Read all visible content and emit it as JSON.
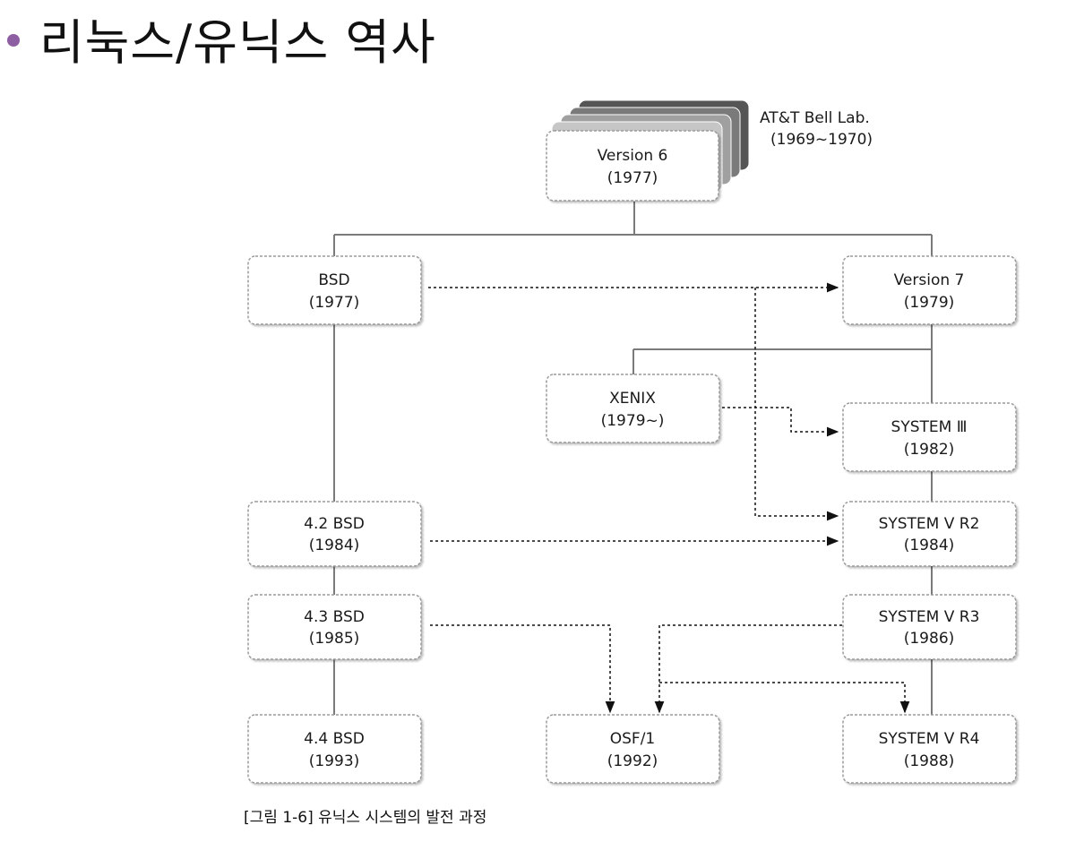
{
  "page": {
    "title": "리눅스/유닉스 역사",
    "bullet_color": "#8e5ea2",
    "caption": "[그림 1-6] 유닉스 시스템의 발전 과정"
  },
  "diagram": {
    "annotation": {
      "line1": "AT&T Bell Lab.",
      "line2": "(1969~1970)"
    },
    "stack_colors": [
      "#555555",
      "#7a7a7a",
      "#a0a0a0",
      "#c6c6c6"
    ],
    "nodes": {
      "v6": {
        "name": "Version 6",
        "year": "(1977)"
      },
      "bsd": {
        "name": "BSD",
        "year": "(1977)"
      },
      "v7": {
        "name": "Version 7",
        "year": "(1979)"
      },
      "xenix": {
        "name": "XENIX",
        "year": "(1979~)"
      },
      "s3": {
        "name": "SYSTEM Ⅲ",
        "year": "(1982)"
      },
      "bsd42": {
        "name": "4.2 BSD",
        "year": "(1984)"
      },
      "s5r2": {
        "name": "SYSTEM V R2",
        "year": "(1984)"
      },
      "bsd43": {
        "name": "4.3 BSD",
        "year": "(1985)"
      },
      "s5r3": {
        "name": "SYSTEM V R3",
        "year": "(1986)"
      },
      "bsd44": {
        "name": "4.4 BSD",
        "year": "(1993)"
      },
      "osf": {
        "name": "OSF/1",
        "year": "(1992)"
      },
      "s5r4": {
        "name": "SYSTEM V R4",
        "year": "(1988)"
      }
    }
  }
}
